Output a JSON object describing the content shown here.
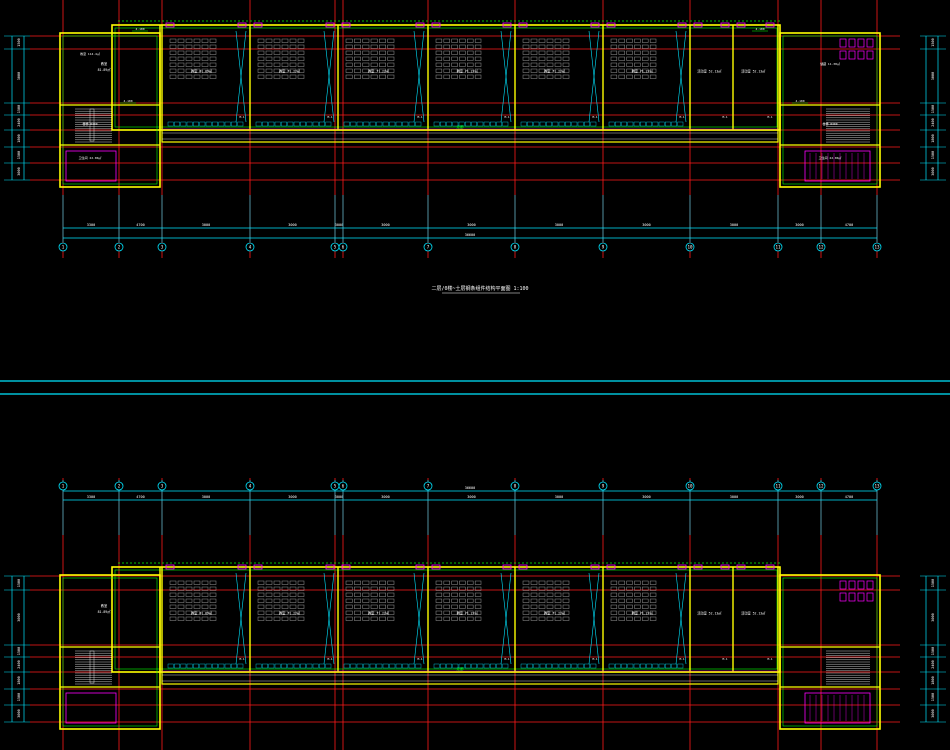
{
  "colors": {
    "background": "#000000",
    "axis": "#ff1a1a",
    "dimension": "#00e5ff",
    "wall": "#ffff00",
    "window": "#ff00ff",
    "furniture": "#9a9a9a",
    "text": "#ffffff",
    "green": "#00ff00",
    "door": "#ffd700"
  },
  "plan_top": {
    "axis_labels": [
      "1",
      "2",
      "3",
      "4",
      "5",
      "6",
      "7",
      "8",
      "9",
      "10",
      "11",
      "12",
      "13"
    ],
    "dimensions": [
      "3300",
      "4700",
      "3000",
      "3000",
      "3000",
      "3000",
      "3000",
      "3000",
      "3000",
      "3000",
      "3000",
      "4700",
      "3300"
    ],
    "overall_dimension": "36600",
    "left_dimensions": [
      "1500",
      "3000",
      "1500",
      "2400",
      "1800"
    ],
    "title": "二层/0楼~土层钢条组件结构平面图  1:100",
    "rooms": [
      {
        "name": "教室",
        "area": "81.89㎡"
      },
      {
        "name": "教室",
        "area": "71.22㎡"
      },
      {
        "name": "教室",
        "area": "71.22㎡"
      },
      {
        "name": "教室",
        "area": "71.22㎡"
      },
      {
        "name": "教室",
        "area": "71.22㎡"
      },
      {
        "name": "教室",
        "area": "71.22㎡"
      },
      {
        "name": "活动室",
        "area": "52.13㎡"
      },
      {
        "name": "活动室",
        "area": "52.13㎡"
      }
    ],
    "left_rooms": [
      {
        "name": "教室",
        "area": "114.4㎡"
      },
      {
        "name": "楼梯",
        "area": "8300"
      },
      {
        "name": "卫生间",
        "area": "22.00㎡"
      }
    ],
    "right_rooms": [
      {
        "name": "卫生间",
        "area": "22.00㎡"
      },
      {
        "name": "楼梯",
        "area": "8300"
      },
      {
        "name": "储藏",
        "area": "11.38㎡"
      }
    ],
    "corridor_label": "走廊",
    "elevation_tags": [
      "4.100",
      "4.100",
      "4.100",
      "4.100"
    ]
  },
  "plan_bottom": {
    "axis_labels": [
      "1",
      "2",
      "3",
      "4",
      "5",
      "6",
      "7",
      "8",
      "9",
      "10",
      "11",
      "12",
      "13"
    ],
    "dimensions": [
      "3300",
      "4700",
      "3000",
      "3000",
      "3000",
      "3000",
      "3000",
      "3000",
      "3000",
      "3000",
      "3000",
      "4700",
      "3300"
    ],
    "overall_dimension": "36600",
    "left_dimensions": [
      "1500",
      "3000",
      "1500",
      "2400",
      "1800"
    ],
    "rooms": [
      {
        "name": "教室",
        "area": "81.89㎡"
      },
      {
        "name": "教室",
        "area": "71.22㎡"
      },
      {
        "name": "教室",
        "area": "71.22㎡"
      },
      {
        "name": "教室",
        "area": "71.22㎡"
      },
      {
        "name": "教室",
        "area": "71.22㎡"
      },
      {
        "name": "教室",
        "area": "71.22㎡"
      },
      {
        "name": "活动室",
        "area": "52.13㎡"
      },
      {
        "name": "活动室",
        "area": "52.13㎡"
      }
    ],
    "corridor_label": "走廊"
  }
}
